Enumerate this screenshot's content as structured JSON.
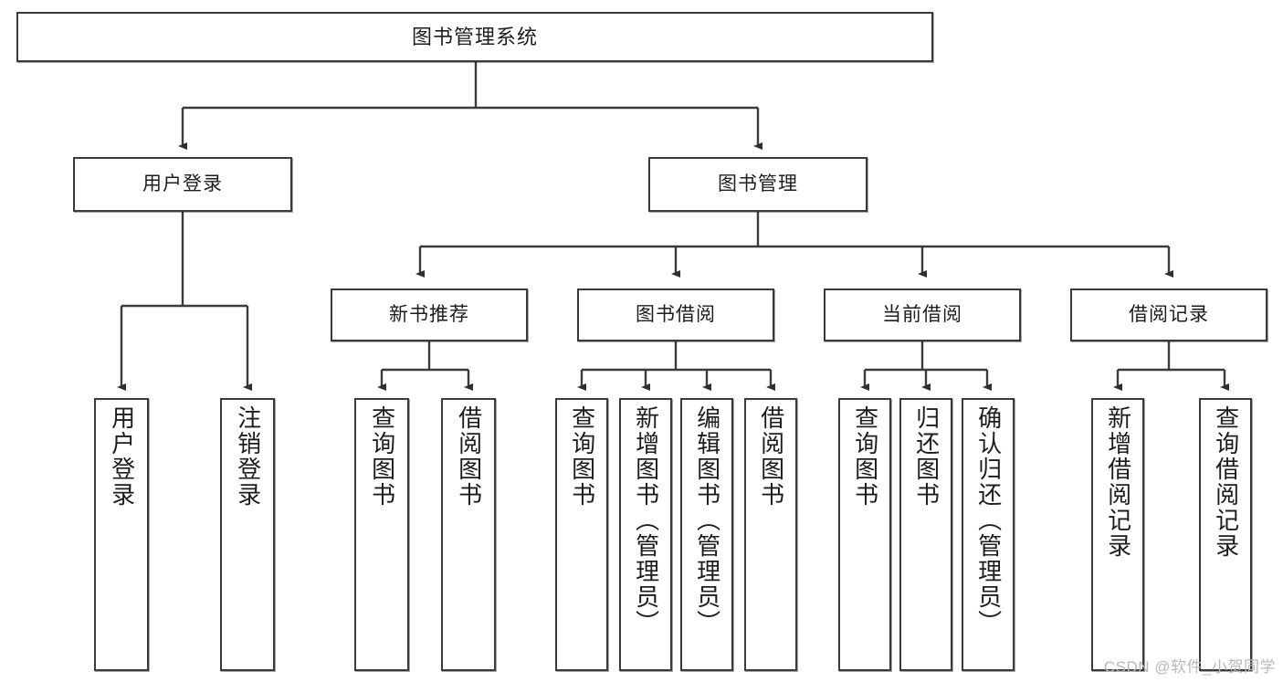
{
  "diagram": {
    "title": "图书管理系统",
    "watermark": "CSDN @软件_小贺同学",
    "line_color": "#3b3b3b",
    "box_fill": "#ffffff",
    "text_color": "#1d1d1d",
    "nodes": {
      "root": "图书管理系统",
      "user_login": "用户登录",
      "book_manage": "图书管理",
      "new_book_recommend": "新书推荐",
      "book_borrow": "图书借阅",
      "current_borrow": "当前借阅",
      "borrow_record": "借阅记录",
      "leaf_user_login": "用户登录",
      "leaf_logout": "注销登录",
      "leaf_query_book_1": "查询图书",
      "leaf_borrow_book_1": "借阅图书",
      "leaf_query_book_2": "查询图书",
      "leaf_add_book_admin": "新增图书（管理员）",
      "leaf_edit_book_admin": "编辑图书（管理员）",
      "leaf_borrow_book_2": "借阅图书",
      "leaf_query_book_3": "查询图书",
      "leaf_return_book": "归还图书",
      "leaf_confirm_return_admin": "确认归还（管理员）",
      "leaf_add_borrow_record": "新增借阅记录",
      "leaf_query_borrow_record": "查询借阅记录"
    }
  }
}
